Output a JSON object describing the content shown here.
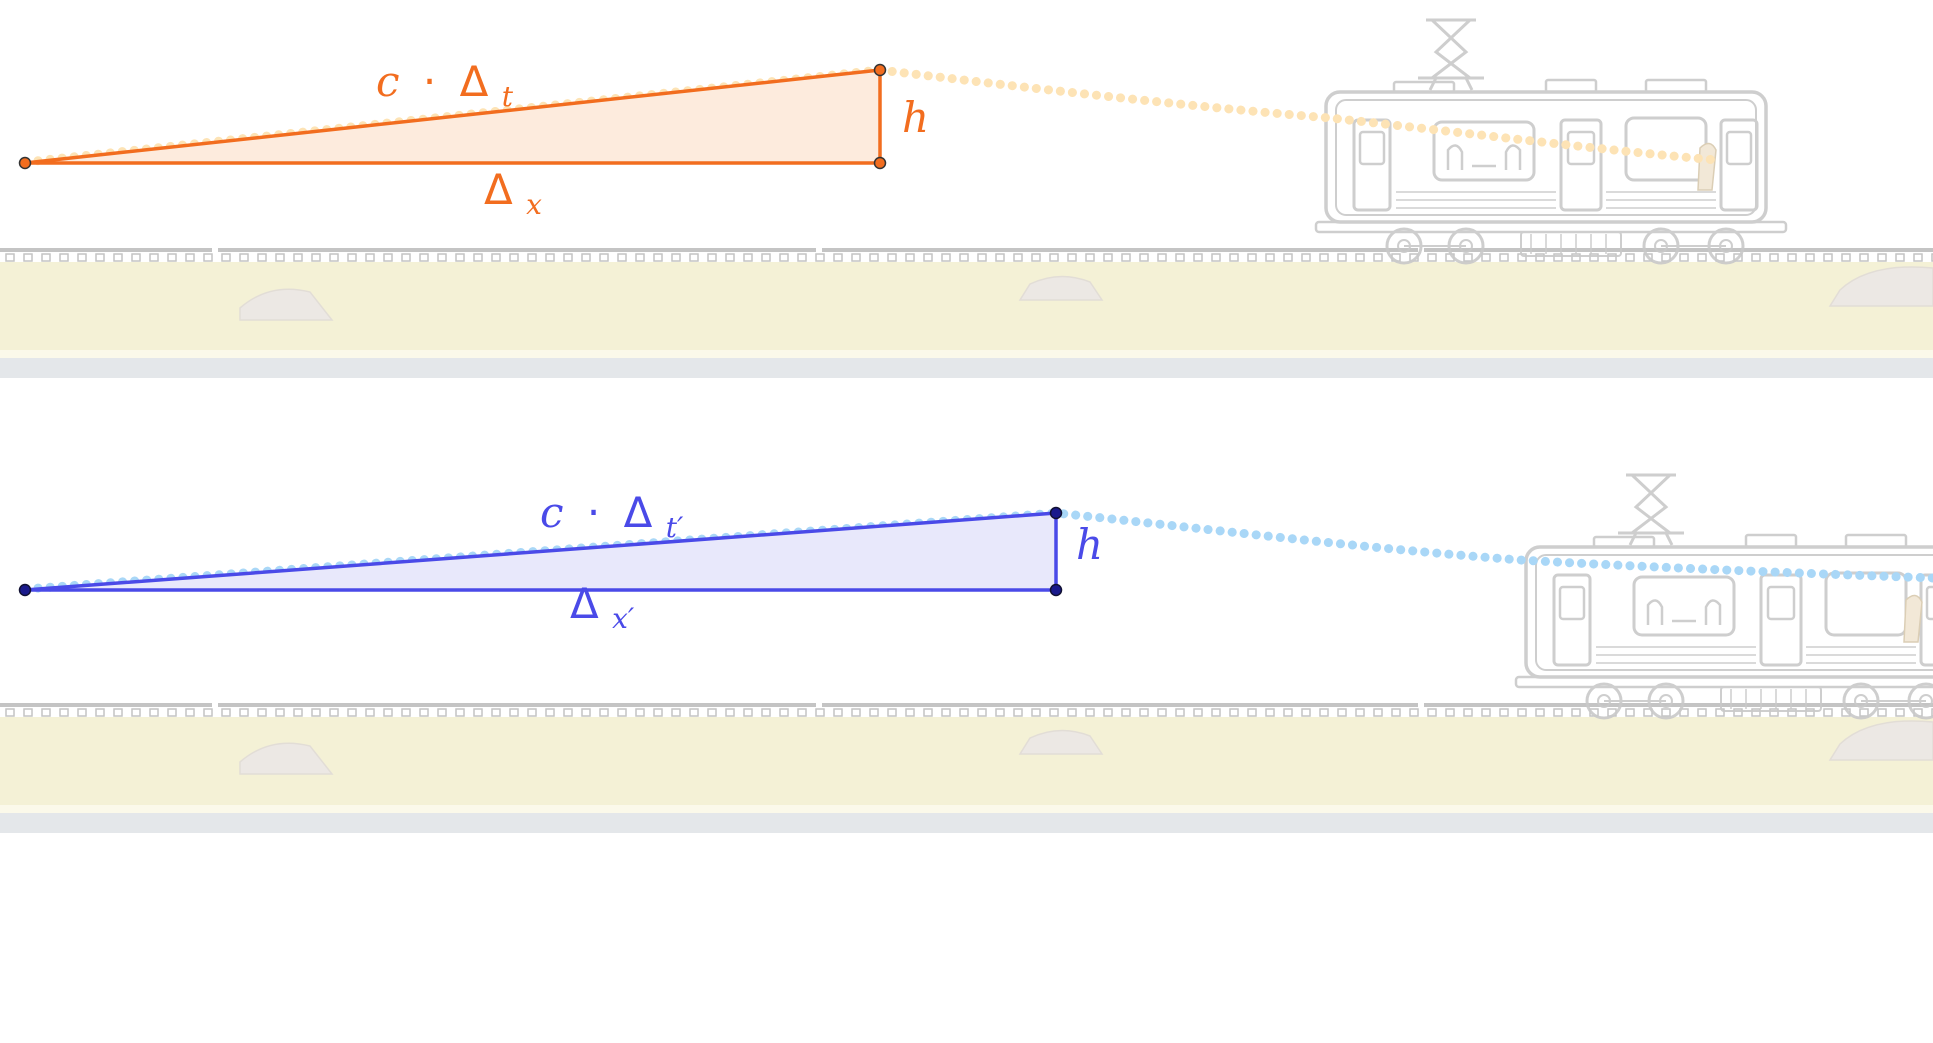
{
  "colors": {
    "top_accent": "#f26d1f",
    "top_fill": "#fdebdd",
    "top_light_path": "#fde3b5",
    "bottom_accent": "#4a4ae8",
    "bottom_fill": "#e8e8fb",
    "bottom_light_path": "#a9d7f7",
    "ground": "#f4f1d6",
    "ground_stripe": "#e4e7ea",
    "rail": "#c4c4c4",
    "train_line": "#c9c9c9"
  },
  "top_panel": {
    "hypotenuse_label": {
      "c": "c",
      "dot": "·",
      "delta": "Δ",
      "sub": "t"
    },
    "base_label": {
      "delta": "Δ",
      "sub": "x"
    },
    "height_label": "h"
  },
  "bottom_panel": {
    "hypotenuse_label": {
      "c": "c",
      "dot": "·",
      "delta": "Δ",
      "sub": "t′"
    },
    "base_label": {
      "delta": "Δ",
      "sub": "x′"
    },
    "height_label": "h"
  }
}
